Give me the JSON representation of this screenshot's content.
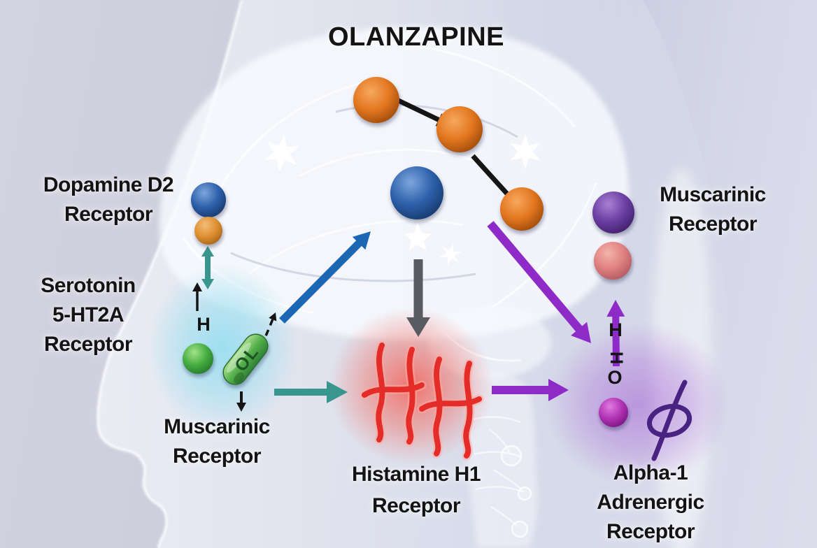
{
  "title": "OLANZAPINE",
  "labels": {
    "dopamine": {
      "lines": [
        "Dopamine D2",
        "Receptor"
      ]
    },
    "serotonin": {
      "lines": [
        "Serotonin",
        "5-HT2A",
        "Receptor"
      ]
    },
    "muscarinic_left": {
      "lines": [
        "Muscarinic",
        "Receptor"
      ]
    },
    "histamine": {
      "lines": [
        "Histamine H1",
        "Receptor"
      ]
    },
    "muscarinic_right": {
      "lines": [
        "Muscarinic",
        "Receptor"
      ]
    },
    "alpha1": {
      "lines": [
        "Alpha-1",
        "Adrenergic",
        "Receptor"
      ]
    }
  },
  "annotations": {
    "h_serotonin": "H",
    "pill_label": "OL",
    "arrow_letters": [
      "H",
      "H",
      "O"
    ],
    "phi_symbol": "ϕ"
  },
  "colors": {
    "sphere_orange": "#de6f1d",
    "sphere_blue": "#2a5ca9",
    "sphere_green": "#43b142",
    "sphere_purple": "#6a3fa0",
    "sphere_pink": "#df8383",
    "sphere_magenta": "#b233b4",
    "arrow_teal": "#39968e",
    "arrow_blue": "#1b67b3",
    "arrow_gray": "#5a5b60",
    "arrow_purple": "#8e2bc8",
    "arrow_black": "#151515",
    "receptor_red": "#e42d29",
    "glow_cyan": "#8ad8ee",
    "glow_red": "#f1615a",
    "glow_purple": "#a86ad6",
    "text": "#141414"
  }
}
